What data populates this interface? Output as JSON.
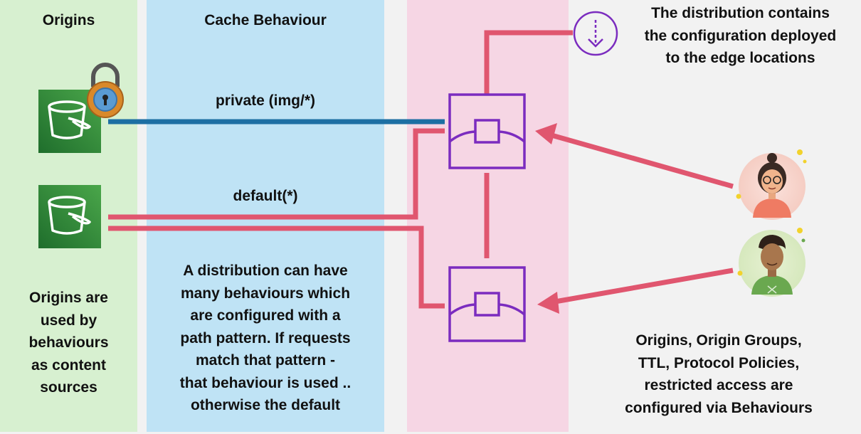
{
  "origins": {
    "heading": "Origins",
    "description": [
      "Origins are",
      "used by",
      "behaviours",
      "as content",
      "sources"
    ]
  },
  "cache": {
    "heading": "Cache Behaviour",
    "private_label": "private (img/*)",
    "default_label": "default(*)",
    "description": [
      "A distribution can have",
      "many behaviours which",
      "are configured with a",
      "path pattern. If requests",
      "match that pattern -",
      "that behaviour is used ..",
      "otherwise the default"
    ]
  },
  "distribution": {
    "description": [
      "The distribution contains",
      "the configuration deployed",
      "to the edge locations"
    ]
  },
  "behaviours_note": [
    "Origins, Origin Groups,",
    "TTL, Protocol Policies,",
    "restricted access are",
    "configured via Behaviours"
  ],
  "colors": {
    "origins_bg": "#d7f0d0",
    "cache_bg": "#bfe3f5",
    "edge_bg": "#f6d6e4",
    "s3_green": "#2e8b3a",
    "private_line": "#1d6fa3",
    "default_line": "#e0566f",
    "edge_purple": "#7b2cbf"
  }
}
